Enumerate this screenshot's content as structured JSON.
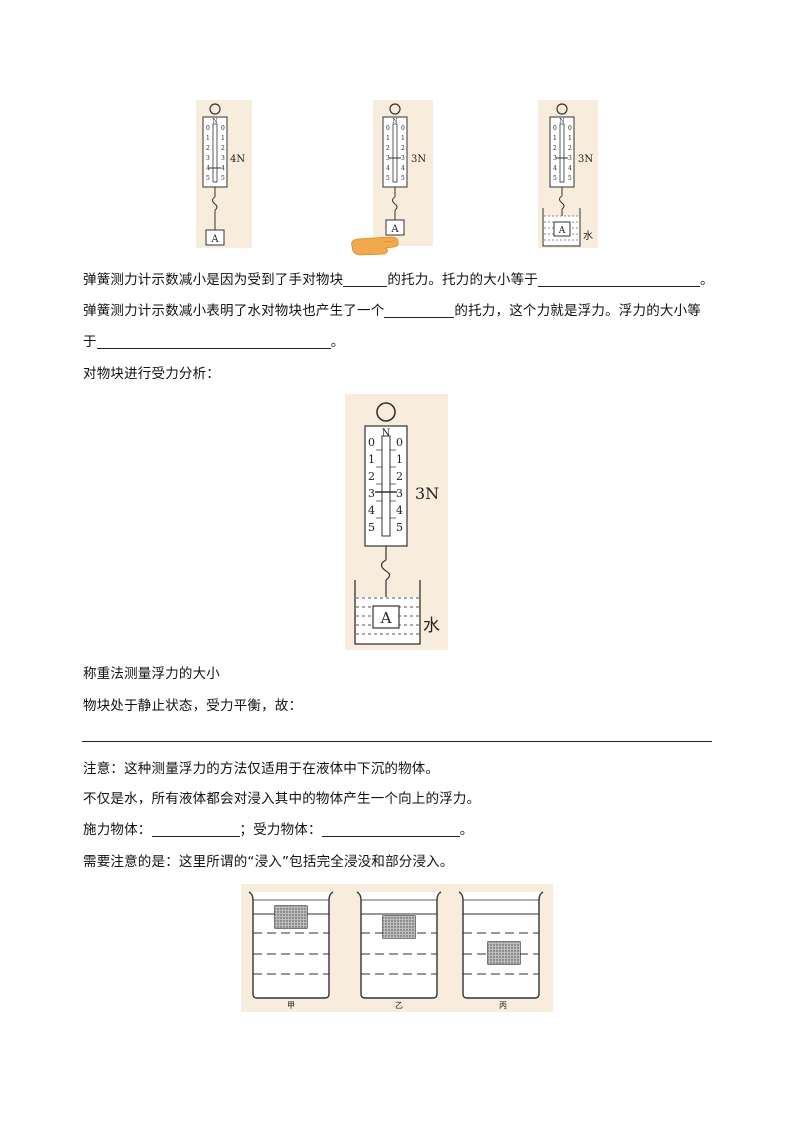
{
  "figure1": {
    "spring1": {
      "reading": "4N"
    },
    "spring2": {
      "reading": "3N"
    },
    "spring3": {
      "reading": "3N",
      "liquid": "水"
    },
    "block": "A",
    "scale_top": "N",
    "scale_ticks": [
      "0",
      "1",
      "2",
      "3",
      "4",
      "5"
    ]
  },
  "text": {
    "line1_a": "弹簧测力计示数减小是因为受到了手对物块",
    "line1_b": "的托力。托力的大小等于",
    "line1_c": "。",
    "line2_a": "弹簧测力计示数减小表明了水对物块也产生了一个",
    "line2_b": "的托力，这个力就是浮力。浮力的大小等",
    "line3_a": "于",
    "line3_b": "。",
    "line4": "对物块进行受力分析：",
    "line5": "称重法测量浮力的大小",
    "line6": "物块处于静止状态，受力平衡，故：",
    "line7": "注意：这种测量浮力的方法仅适用于在液体中下沉的物体。",
    "line8": "不仅是水，所有液体都会对浸入其中的物体产生一个向上的浮力。",
    "line9_a": "施力物体：",
    "line9_b": "；受力物体：",
    "line9_c": "。",
    "line10": "需要注意的是：这里所谓的“浸入”包括完全浸没和部分浸入。"
  },
  "figure2": {
    "reading": "3N",
    "liquid": "水",
    "block": "A",
    "scale_top": "N",
    "scale_ticks": [
      "0",
      "1",
      "2",
      "3",
      "4",
      "5"
    ]
  },
  "figure3": {
    "labels": [
      "甲",
      "乙",
      "丙"
    ]
  }
}
